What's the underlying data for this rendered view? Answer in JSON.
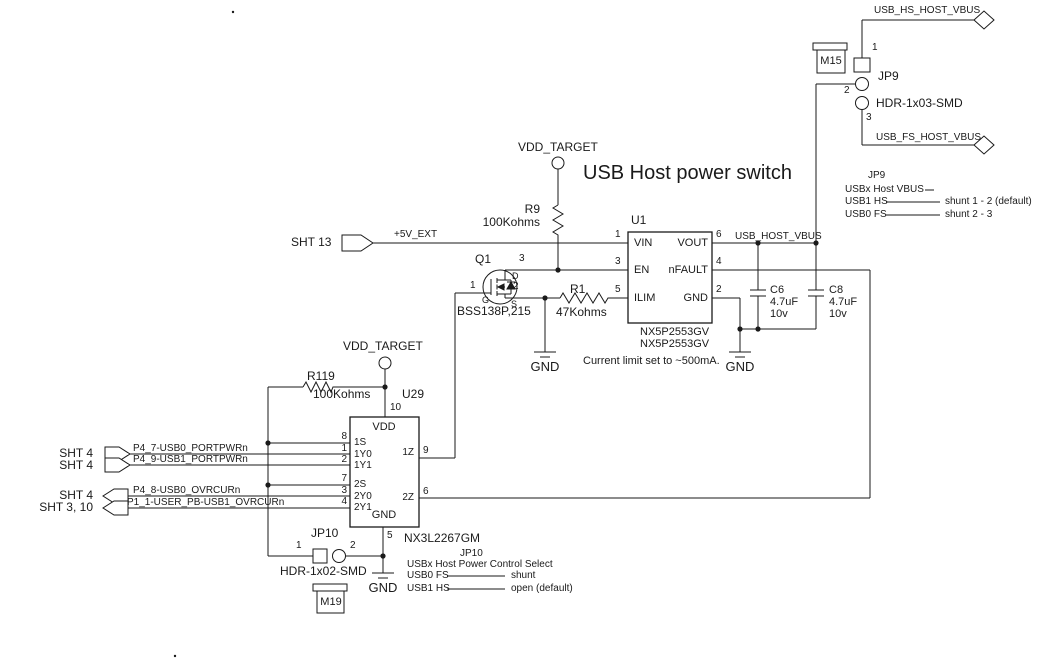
{
  "title": "USB Host power switch",
  "note_current_limit": "Current limit set to ~500mA.",
  "nets": {
    "vdd_target": "VDD_TARGET",
    "ext5v": "+5V_EXT",
    "usb_host_vbus": "USB_HOST_VBUS",
    "usb_hs_host_vbus": "USB_HS_HOST_VBUS",
    "usb_fs_host_vbus": "USB_FS_HOST_VBUS",
    "gnd": "GND"
  },
  "sheet_refs": {
    "sht13": "SHT  13",
    "sht4": "SHT  4",
    "sht3_10": "SHT  3, 10"
  },
  "signals": {
    "usb0_portpwr": "P4_7-USB0_PORTPWRn",
    "usb1_portpwr": "P4_9-USB1_PORTPWRn",
    "usb0_ovrcur": "P4_8-USB0_OVRCURn",
    "usb1_ovrcur": "P1_1-USER_PB-USB1_OVRCURn"
  },
  "u1": {
    "ref": "U1",
    "part_line1": "NX5P2553GV",
    "part_line2": "NX5P2553GV",
    "pins": {
      "vin": {
        "num": "1",
        "name": "VIN"
      },
      "en": {
        "num": "3",
        "name": "EN"
      },
      "ilim": {
        "num": "5",
        "name": "ILIM"
      },
      "vout": {
        "num": "6",
        "name": "VOUT"
      },
      "nfault": {
        "num": "4",
        "name": "nFAULT"
      },
      "gnd": {
        "num": "2",
        "name": "GND"
      }
    }
  },
  "u29": {
    "ref": "U29",
    "part": "NX3L2267GM",
    "pins": {
      "vdd": {
        "num": "10",
        "name": "VDD"
      },
      "s1": {
        "num": "8",
        "name": "1S"
      },
      "y10": {
        "num": "1",
        "name": "1Y0"
      },
      "y11": {
        "num": "2",
        "name": "1Y1"
      },
      "s2": {
        "num": "7",
        "name": "2S"
      },
      "y20": {
        "num": "3",
        "name": "2Y0"
      },
      "y21": {
        "num": "4",
        "name": "2Y1"
      },
      "z1": {
        "num": "9",
        "name": "1Z"
      },
      "z2": {
        "num": "6",
        "name": "2Z"
      },
      "gnd": {
        "num": "5",
        "name": "GND"
      }
    }
  },
  "q1": {
    "ref": "Q1",
    "part": "BSS138P,215",
    "pin1": "1",
    "pin2": "2",
    "pin3": "3",
    "gate": "G",
    "drain": "D",
    "source": "S"
  },
  "r9": {
    "ref": "R9",
    "value": "100Kohms"
  },
  "r1": {
    "ref": "R1",
    "value": "47Kohms"
  },
  "r119": {
    "ref": "R119",
    "value": "100Kohms"
  },
  "c6": {
    "ref": "C6",
    "value": "4.7uF",
    "voltage": "10v"
  },
  "c8": {
    "ref": "C8",
    "value": "4.7uF",
    "voltage": "10v"
  },
  "jp9": {
    "ref": "JP9",
    "part": "HDR-1x03-SMD",
    "pin1": "1",
    "pin2": "2",
    "pin3": "3"
  },
  "jp10": {
    "ref": "JP10",
    "part": "HDR-1x02-SMD",
    "pin1": "1",
    "pin2": "2"
  },
  "m15": {
    "ref": "M15"
  },
  "m19": {
    "ref": "M19"
  },
  "jp9_note": {
    "title": "JP9",
    "row1_label": "USBx Host VBUS",
    "row2_label": "USB1 HS",
    "row2_value": "shunt 1 - 2 (default)",
    "row3_label": "USB0 FS",
    "row3_value": "shunt 2 - 3"
  },
  "jp10_note": {
    "title": "JP10",
    "row1": "USBx Host Power Control Select",
    "row2_label": "USB0 FS",
    "row2_value": "shunt",
    "row3_label": "USB1 HS",
    "row3_value": "open (default)"
  }
}
